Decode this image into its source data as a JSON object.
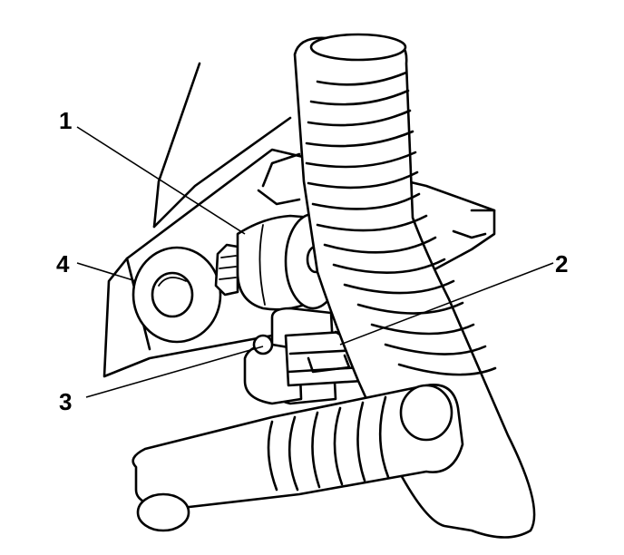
{
  "diagram": {
    "callouts": [
      {
        "label": "1",
        "target": "sensor-connector"
      },
      {
        "label": "2",
        "target": "harness-clip"
      },
      {
        "label": "3",
        "target": "retainer-tab"
      },
      {
        "label": "4",
        "target": "mounting-nut"
      }
    ]
  }
}
